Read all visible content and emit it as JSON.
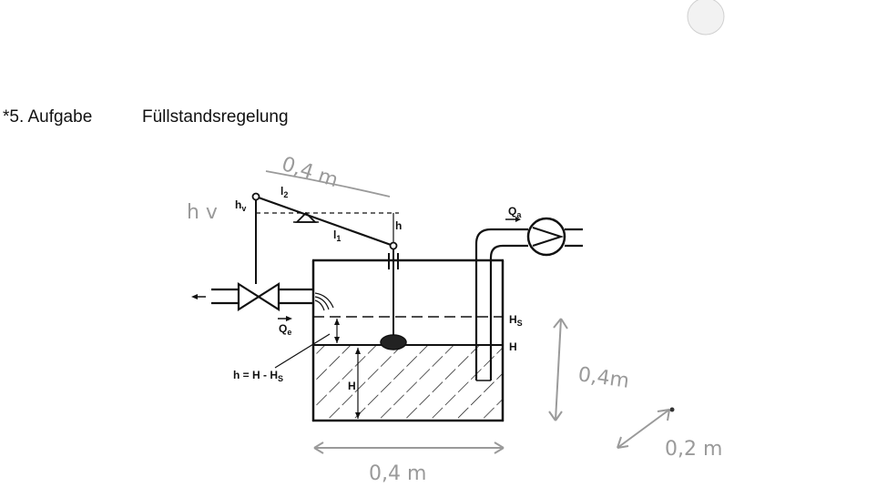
{
  "heading": {
    "number": "*5. Aufgabe",
    "title": "Füllstandsregelung"
  },
  "diagram": {
    "labels": {
      "hv": "h",
      "hv_sub": "v",
      "l2": "l",
      "l2_sub": "2",
      "l1": "l",
      "l1_sub": "1",
      "h_float": "h",
      "qa": "Q",
      "qa_sub": "a",
      "qe": "Q",
      "qe_sub": "e",
      "hs": "H",
      "hs_sub": "S",
      "h_level": "H",
      "h_depth": "H",
      "h_eq": "h = H - H",
      "h_eq_sub": "S"
    },
    "annotations": {
      "hv_note": "h v",
      "lever_length": "0,4 m",
      "tank_width": "0,4 m",
      "tank_height": "0,4m",
      "tank_depth": "0,2 m"
    }
  },
  "colors": {
    "ink": "#111111",
    "pencil": "#9a9a9a",
    "background": "#ffffff"
  }
}
